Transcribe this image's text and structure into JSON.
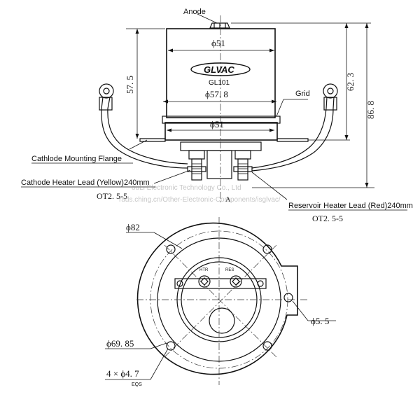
{
  "labels": {
    "anode": "Anode",
    "grid": "Grid",
    "cathode_flange": "Cathlode Mounting Flange",
    "cathode_heater": "Cathode Heater Lead (Yellow)240mm",
    "cathode_terminal": "OT2. 5-5",
    "reservoir_heater": "Reservoir Heater Lead (Red)240mm",
    "reservoir_terminal": "OT2. 5-5",
    "section_mark": "A",
    "brand": "GLVAC",
    "model": "GL101",
    "htr": "HTR",
    "res": "RES",
    "eqs": "EQS"
  },
  "dimensions": {
    "top_dia": "ϕ51",
    "flange_dia": "ϕ57. 8",
    "body_dia": "ϕ51",
    "height_body": "57. 5",
    "height_grid": "62. 3",
    "height_total": "86. 8",
    "bottom_outer": "ϕ82",
    "bottom_hole": "ϕ5. 5",
    "bottom_pcd": "ϕ69. 85",
    "bottom_holes": "4 × ϕ4. 7"
  },
  "watermark": {
    "line1": "ouLi Electronic Technology Co., Ltd",
    "line2": "rads.ching.cn/Other-Electronic-Components/isglvac/"
  }
}
